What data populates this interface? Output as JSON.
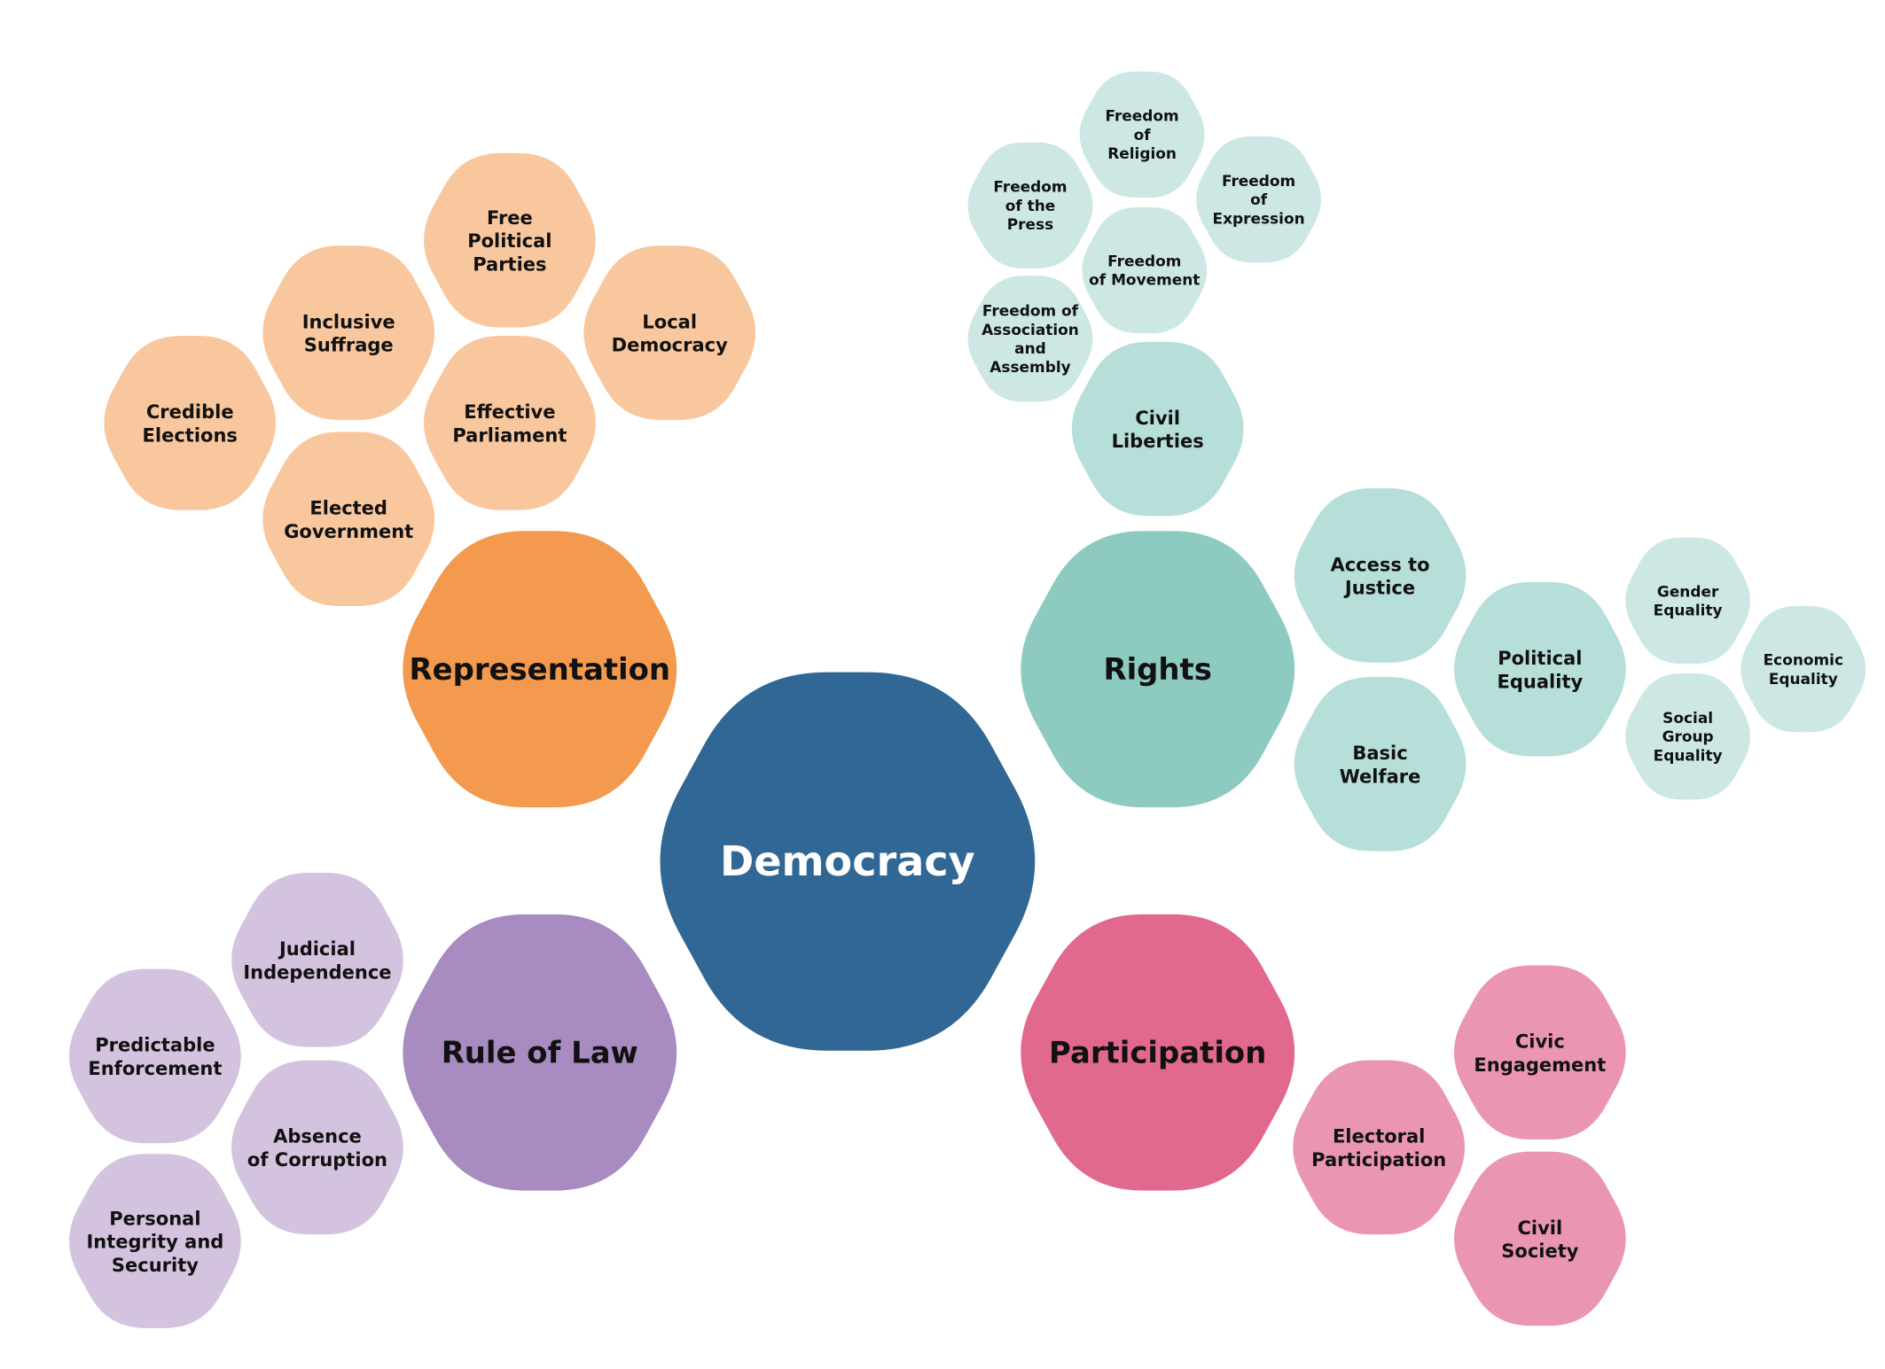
{
  "colors": {
    "center": "#306794",
    "representation": "#f39a4f",
    "representation_light": "#f8c79e",
    "rights": "#8dcac0",
    "rights_light": "#b6dfda",
    "rights_lighter": "#cde8e4",
    "rule_of_law": "#a78bc1",
    "rule_of_law_light": "#d4c3de",
    "participation": "#e1698d",
    "participation_light": "#eb96b0",
    "text_dark": "#111111",
    "text_light": "#ffffff"
  },
  "center": {
    "label": "Democracy"
  },
  "representation": {
    "label": "Representation",
    "items": {
      "free_political_parties": "Free\nPolitical\nParties",
      "inclusive_suffrage": "Inclusive\nSuffrage",
      "local_democracy": "Local\nDemocracy",
      "credible_elections": "Credible\nElections",
      "effective_parliament": "Effective\nParliament",
      "elected_government": "Elected\nGovernment"
    }
  },
  "rights": {
    "label": "Rights",
    "items": {
      "civil_liberties": "Civil\nLiberties",
      "freedom_of_religion": "Freedom\nof\nReligion",
      "freedom_of_the_press": "Freedom\nof the\nPress",
      "freedom_of_expression": "Freedom\nof\nExpression",
      "freedom_of_movement": "Freedom\nof Movement",
      "freedom_of_association": "Freedom of\nAssociation\nand\nAssembly",
      "access_to_justice": "Access to\nJustice",
      "basic_welfare": "Basic\nWelfare",
      "political_equality": "Political\nEquality",
      "gender_equality": "Gender\nEquality",
      "economic_equality": "Economic\nEquality",
      "social_group_equality": "Social\nGroup\nEquality"
    }
  },
  "rule_of_law": {
    "label": "Rule of Law",
    "items": {
      "judicial_independence": "Judicial\nIndependence",
      "predictable_enforcement": "Predictable\nEnforcement",
      "absence_of_corruption": "Absence\nof Corruption",
      "personal_integrity": "Personal\nIntegrity and\nSecurity"
    }
  },
  "participation": {
    "label": "Participation",
    "items": {
      "civic_engagement": "Civic\nEngagement",
      "electoral_participation": "Electoral\nParticipation",
      "civil_society": "Civil\nSociety"
    }
  }
}
